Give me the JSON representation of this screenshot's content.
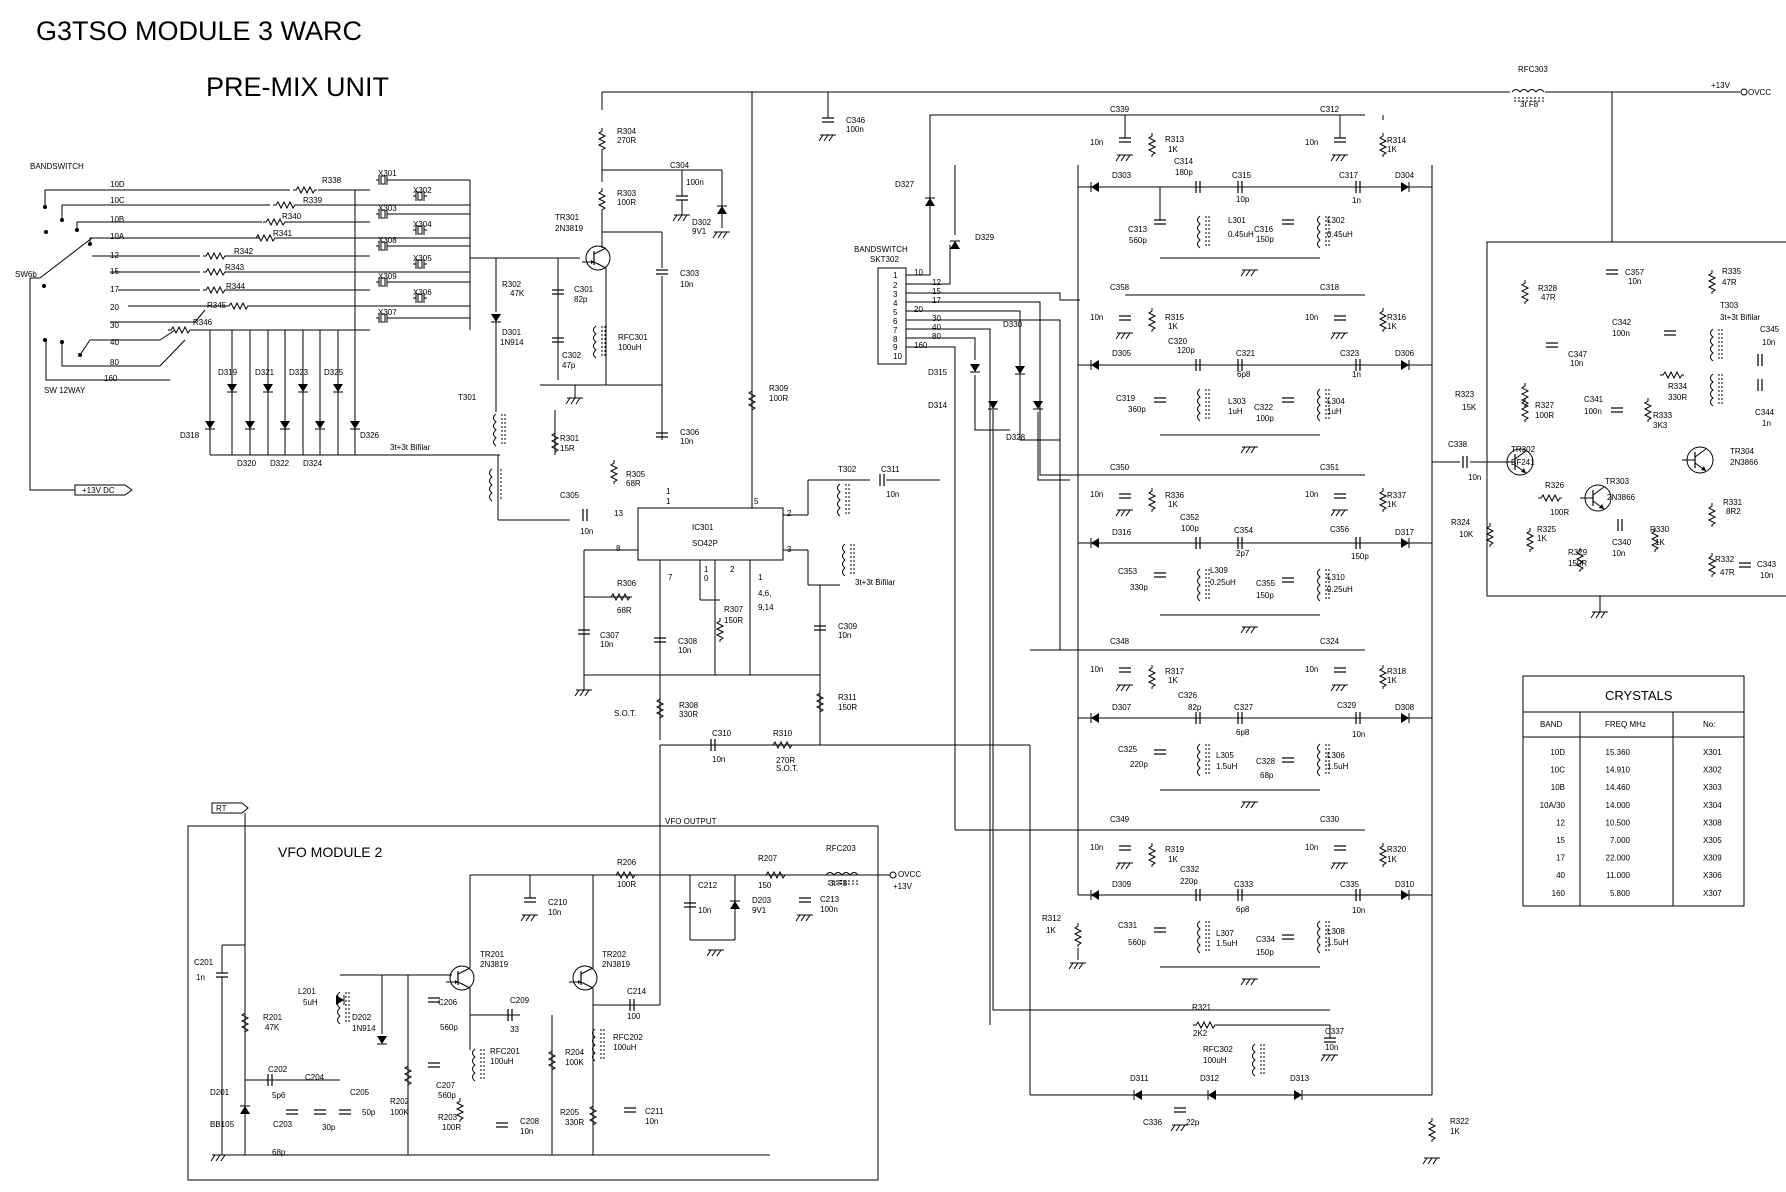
{
  "titles": {
    "main": "G3TSO MODULE 3 WARC",
    "sub": "PRE-MIX UNIT"
  },
  "labels": {
    "bandswitch_left": "BANDSWITCH",
    "sw6b": "SW6b",
    "sw12way": "SW 12WAY",
    "plus13vdc": "+13V DC",
    "vfo_module": "VFO MODULE 2",
    "vfo_output": "VFO OUTPUT",
    "rt": "RT",
    "vcc_top": "+13V",
    "ovcc_top": "OVCC",
    "ovcc_bottom": "OVCC",
    "plus13v_bottom": "+13V",
    "bandswitch_mid": "BANDSWITCH",
    "skt302": "SKT302",
    "sot1": "S.O.T.",
    "sot2": "S.O.T.",
    "bifilar1": "3t+3t Bifilar",
    "bifilar2": "3t+3t Bifilar",
    "bifilar3": "3t+3t Bifilar",
    "t301": "T301",
    "t302": "T302",
    "t303": "T303"
  },
  "bands_left": [
    "10D",
    "10C",
    "10B",
    "10A",
    "12",
    "15",
    "17",
    "20",
    "30",
    "40",
    "80",
    "160"
  ],
  "bands_skt": [
    "10",
    "12",
    "15",
    "17",
    "20",
    "30",
    "40",
    "80",
    "160"
  ],
  "skt_pins": [
    "1",
    "2",
    "3",
    "4",
    "5",
    "6",
    "7",
    "8",
    "9",
    "10"
  ],
  "components": {
    "r338": "R338",
    "r339": "R339",
    "r340": "R340",
    "r341": "R341",
    "r342": "R342",
    "r343": "R343",
    "r344": "R344",
    "r345": "R345",
    "r346": "R346",
    "x301": "X301",
    "x302": "X302",
    "x303": "X303",
    "x304": "X304",
    "x308": "X308",
    "x305": "X305",
    "x309": "X309",
    "x306": "X306",
    "x307": "X307",
    "d319": "D319",
    "d321": "D321",
    "d323": "D323",
    "d325": "D325",
    "d318": "D318",
    "d320": "D320",
    "d322": "D322",
    "d324": "D324",
    "d326": "D326",
    "r302": "R302",
    "r302v": "47K",
    "d301": "D301",
    "d301v": "1N914",
    "r304": "R304",
    "r304v": "270R",
    "r303": "R303",
    "r303v": "100R",
    "tr301": "TR301",
    "tr301v": "2N3819",
    "c304": "C304",
    "c304v": "100n",
    "d302": "D302",
    "d302v": "9V1",
    "c301": "C301",
    "c301v": "82p",
    "c302": "C302",
    "c302v": "47p",
    "rfc301": "RFC301",
    "rfc301v": "100uH",
    "c303": "C303",
    "c303v": "10n",
    "r301": "R301",
    "r301v": "15R",
    "c306": "C306",
    "c306v": "10n",
    "r305": "R305",
    "r305v": "68R",
    "c305": "C305",
    "c305v": "10n",
    "ic301": "IC301",
    "ic301v": "SO42P",
    "r309": "R309",
    "r309v": "100R",
    "c311": "C311",
    "c311v": "10n",
    "r306": "R306",
    "r306v": "68R",
    "r307": "R307",
    "r307v": "150R",
    "c307": "C307",
    "c307v": "10n",
    "c308": "C308",
    "c308v": "10n",
    "c309": "C309",
    "c309v": "10n",
    "r311": "R311",
    "r311v": "150R",
    "r308": "R308",
    "r308v": "330R",
    "c310": "C310",
    "c310v": "10n",
    "r310": "R310",
    "r310v": "270R",
    "c346": "C346",
    "c346v": "100n",
    "rfc303": "RFC303",
    "rfc303v": "3t F8",
    "d327": "D327",
    "d329": "D329",
    "d330": "D330",
    "d315": "D315",
    "d314": "D314",
    "d328": "D328",
    "c339": "C339",
    "c312": "C312",
    "r313": "R313",
    "r313v": "1K",
    "r314": "R314",
    "r314v": "1K",
    "c314": "C314",
    "c314v": "180p",
    "c315": "C315",
    "c315v": "10p",
    "c317": "C317",
    "c317v": "1n",
    "d303": "D303",
    "d304": "D304",
    "c313": "C313",
    "c313v": "560p",
    "l301": "L301",
    "l301v": "0.45uH",
    "c316": "C316",
    "c316v": "150p",
    "l302": "L302",
    "l302v": "0.45uH",
    "c358": "C358",
    "c318": "C318",
    "r315": "R315",
    "r315v": "1K",
    "r316": "R316",
    "r316v": "1K",
    "c320": "C320",
    "c320v": "120p",
    "c321": "C321",
    "c321v": "6p8",
    "c323": "C323",
    "c323v": "1n",
    "d305": "D305",
    "d306": "D306",
    "c319": "C319",
    "c319v": "360p",
    "l303": "L303",
    "l303v": "1uH",
    "c322": "C322",
    "c322v": "100p",
    "l304": "L304",
    "l304v": "1uH",
    "c350": "C350",
    "c351": "C351",
    "r336": "R336",
    "r336v": "1K",
    "r337": "R337",
    "r337v": "1K",
    "c352": "C352",
    "c352v": "100p",
    "c354": "C354",
    "c354v": "2p7",
    "c356": "C356",
    "c356v": "150p",
    "d316": "D316",
    "d317": "D317",
    "c353": "C353",
    "c353v": "330p",
    "l309": "L309",
    "l309v": "0.25uH",
    "c355": "C355",
    "c355v": "150p",
    "l310": "L310",
    "l310v": "0.25uH",
    "c348": "C348",
    "c324": "C324",
    "r317": "R317",
    "r317v": "1K",
    "r318": "R318",
    "r318v": "1K",
    "c326": "C326",
    "c326v": "82p",
    "c327": "C327",
    "c327v": "6p8",
    "c329": "C329",
    "c329v": "10n",
    "d307": "D307",
    "d308": "D308",
    "c325": "C325",
    "c325v": "220p",
    "l305": "L305",
    "l305v": "1.5uH",
    "c328": "C328",
    "c328v": "68p",
    "l306": "L306",
    "l306v": "1.5uH",
    "c349": "C349",
    "c330": "C330",
    "r319": "R319",
    "r319v": "1K",
    "r320": "R320",
    "r320v": "1K",
    "c332": "C332",
    "c332v": "220p",
    "c333": "C333",
    "c333v": "6p8",
    "c335": "C335",
    "c335v": "10n",
    "d309": "D309",
    "d310": "D310",
    "c331": "C331",
    "c331v": "560p",
    "l307": "L307",
    "l307v": "1.5uH",
    "c334": "C334",
    "c334v": "150p",
    "l308": "L308",
    "l308v": "1.5uH",
    "r312": "R312",
    "r312v": "1K",
    "r321": "R321",
    "r321v": "2K2",
    "rfc302": "RFC302",
    "rfc302v": "100uH",
    "c337": "C337",
    "c337v": "10n",
    "d311": "D311",
    "d312": "D312",
    "d313": "D313",
    "c336": "C336",
    "c336v": "22p",
    "r322": "R322",
    "r322v": "1K",
    "c357": "C357",
    "c357v": "10n",
    "r328": "R328",
    "r328v": "47R",
    "r335": "R335",
    "r335v": "47R",
    "c342": "C342",
    "c342v": "100n",
    "c347": "C347",
    "c347v": "10n",
    "c345": "C345",
    "c345v": "10n",
    "r334": "R334",
    "r334v": "330R",
    "c344": "C344",
    "c344v": "1n",
    "r323": "R323",
    "r323v": "15K",
    "r327": "R327",
    "r327v": "100R",
    "c341": "C341",
    "c341v": "100n",
    "r333": "R333",
    "r333v": "3K3",
    "c338": "C338",
    "c338v": "10n",
    "tr302": "TR302",
    "tr302v": "BF241",
    "tr303": "TR303",
    "tr303v": "2N3866",
    "tr304": "TR304",
    "tr304v": "2N3866",
    "r326": "R326",
    "r326v": "100R",
    "r324": "R324",
    "r324v": "10K",
    "r325": "R325",
    "r325v": "1K",
    "c340": "C340",
    "c340v": "10n",
    "r330": "R330",
    "r330v": "1K",
    "r331": "R331",
    "r331v": "8R2",
    "r329": "R329",
    "r329v": "150R",
    "r332": "R332",
    "r332v": "47R",
    "c343": "C343",
    "c343v": "10n",
    "c201": "C201",
    "c201v": "1n",
    "r201": "R201",
    "r201v": "47K",
    "d201": "D201",
    "d201v": "BB105",
    "c202": "C202",
    "c202v": "5p6",
    "c203": "C203",
    "c203v": "68p",
    "c204": "C204",
    "c204v": "30p",
    "c205": "C205",
    "c205v": "50p",
    "l201": "L201",
    "l201v": "5uH",
    "d202": "D202",
    "d202v": "1N914",
    "r202": "R202",
    "r202v": "100K",
    "c206": "C206",
    "c206v": "560p",
    "c207": "C207",
    "c207v": "560p",
    "r203": "R203",
    "r203v": "100R",
    "rfc201": "RFC201",
    "rfc201v": "100uH",
    "c208": "C208",
    "c208v": "10n",
    "tr201": "TR201",
    "tr201v": "2N3819",
    "c209": "C209",
    "c209v": "33",
    "c210": "C210",
    "c210v": "10n",
    "r206": "R206",
    "r206v": "100R",
    "tr202": "TR202",
    "tr202v": "2N3819",
    "r204": "R204",
    "r204v": "100K",
    "rfc202": "RFC202",
    "rfc202v": "100uH",
    "c214": "C214",
    "c214v": "100",
    "r205": "R205",
    "r205v": "330R",
    "c211": "C211",
    "c211v": "10n",
    "c212": "C212",
    "c212v": "10n",
    "d203": "D203",
    "d203v": "9V1",
    "r207": "R207",
    "r207v": "150",
    "c213": "C213",
    "c213v": "100n",
    "rfc203": "RFC203",
    "rfc203v": "3t F8"
  },
  "ic_pins": [
    "1",
    "1",
    "13",
    "8",
    "2",
    "3",
    "5",
    "7",
    "1",
    "0",
    "2",
    "1",
    "4,6,",
    "9,14"
  ],
  "crystals": {
    "title": "CRYSTALS",
    "headers": [
      "BAND",
      "FREQ MHz",
      "No:"
    ],
    "rows": [
      [
        "10D",
        "15.360",
        "X301"
      ],
      [
        "10C",
        "14.910",
        "X302"
      ],
      [
        "10B",
        "14.460",
        "X303"
      ],
      [
        "10A/30",
        "14.000",
        "X304"
      ],
      [
        "12",
        "10.500",
        "X308"
      ],
      [
        "15",
        "7.000",
        "X305"
      ],
      [
        "17",
        "22.000",
        "X309"
      ],
      [
        "40",
        "11.000",
        "X306"
      ],
      [
        "160",
        "5.800",
        "X307"
      ]
    ]
  }
}
